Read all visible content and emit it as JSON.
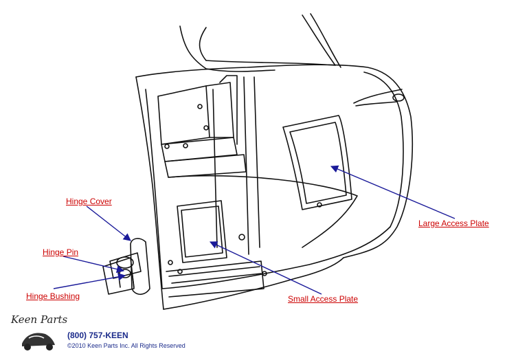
{
  "labels": {
    "hinge_cover": "Hinge Cover",
    "hinge_pin": "Hinge Pin",
    "hinge_bushing": "Hinge Bushing",
    "large_access_plate": "Large Access Plate",
    "small_access_plate": "Small Access Plate"
  },
  "footer": {
    "phone": "(800) 757-KEEN",
    "copyright": "©2010 Keen Parts Inc. All Rights Reserved"
  },
  "logo": {
    "text": "Keen Parts",
    "icon": "car-logo-icon"
  },
  "colors": {
    "label_text": "#cc0000",
    "pointer_arrow": "#1a1a99",
    "line_art": "#111111",
    "footer_text": "#1a2a8a"
  }
}
